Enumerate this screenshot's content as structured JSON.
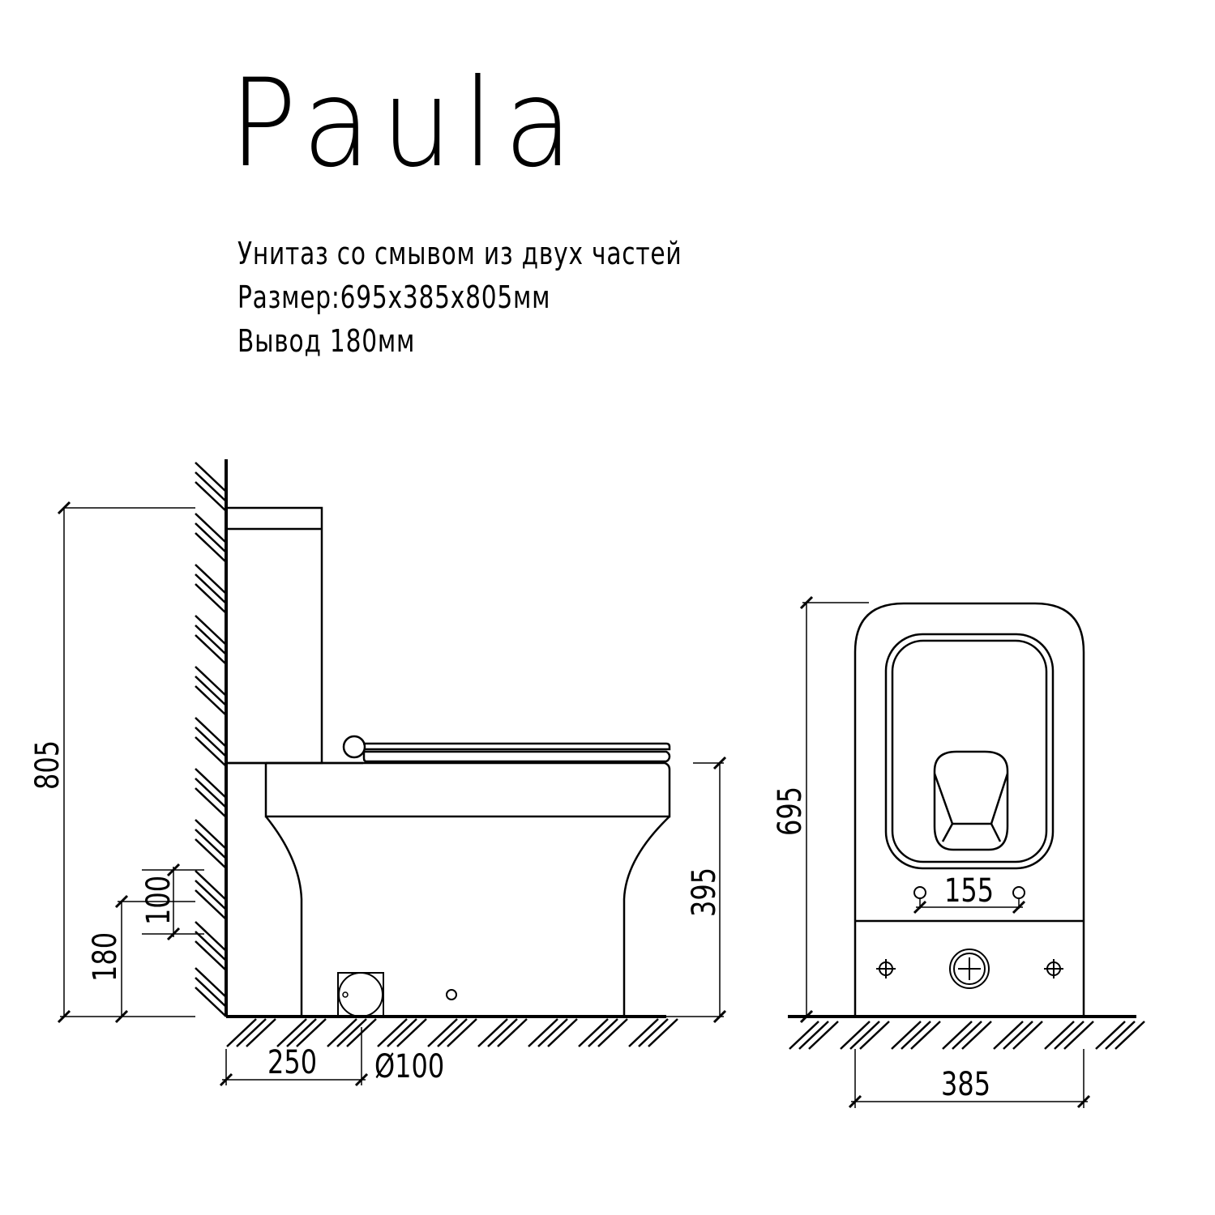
{
  "title": "Paula",
  "specs": {
    "line1": "Унитаз со смывом из двух частей",
    "line2": "Размер:695x385x805мм",
    "line3": "Вывод 180мм"
  },
  "side_view": {
    "dimensions": {
      "total_height": "805",
      "seat_height": "395",
      "outlet_height": "180",
      "inlet_range": "100",
      "outlet_distance_from_wall": "250",
      "outlet_diameter": "Ø100"
    }
  },
  "front_view": {
    "dimensions": {
      "depth": "695",
      "width": "385",
      "bolt_spacing": "155"
    }
  },
  "colors": {
    "line": "#000000",
    "background": "#ffffff"
  }
}
